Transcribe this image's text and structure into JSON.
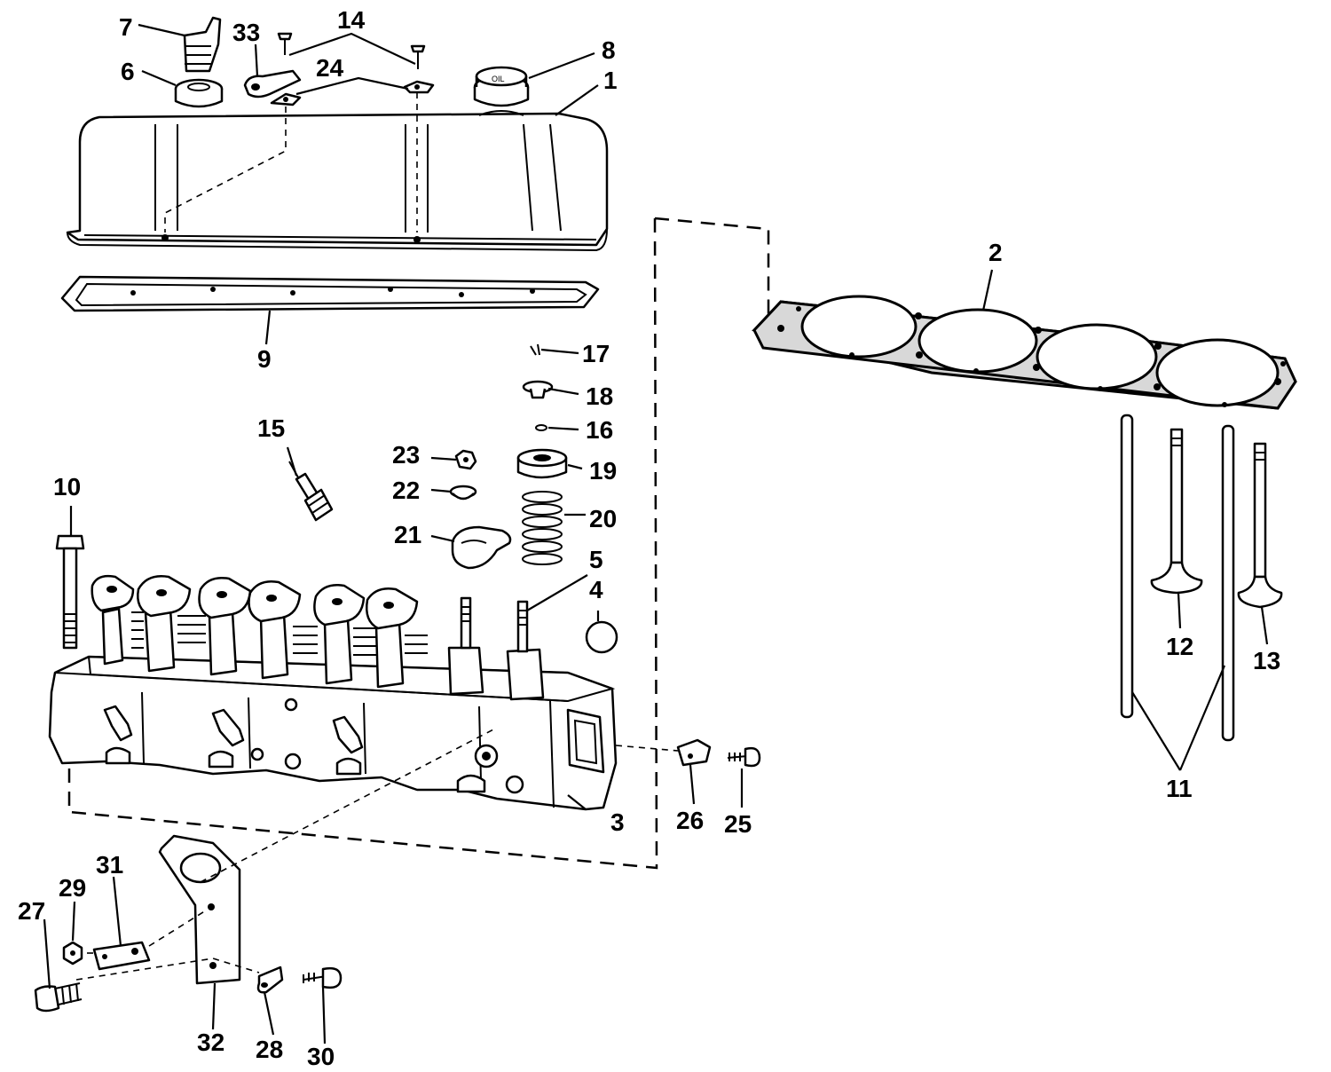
{
  "callouts": [
    {
      "id": "1",
      "label": "1"
    },
    {
      "id": "2",
      "label": "2"
    },
    {
      "id": "3",
      "label": "3"
    },
    {
      "id": "4",
      "label": "4"
    },
    {
      "id": "5",
      "label": "5"
    },
    {
      "id": "6",
      "label": "6"
    },
    {
      "id": "7",
      "label": "7"
    },
    {
      "id": "8",
      "label": "8"
    },
    {
      "id": "9",
      "label": "9"
    },
    {
      "id": "10",
      "label": "10"
    },
    {
      "id": "11",
      "label": "11"
    },
    {
      "id": "12",
      "label": "12"
    },
    {
      "id": "13",
      "label": "13"
    },
    {
      "id": "14",
      "label": "14"
    },
    {
      "id": "15",
      "label": "15"
    },
    {
      "id": "16",
      "label": "16"
    },
    {
      "id": "17",
      "label": "17"
    },
    {
      "id": "18",
      "label": "18"
    },
    {
      "id": "19",
      "label": "19"
    },
    {
      "id": "20",
      "label": "20"
    },
    {
      "id": "21",
      "label": "21"
    },
    {
      "id": "22",
      "label": "22"
    },
    {
      "id": "23",
      "label": "23"
    },
    {
      "id": "24",
      "label": "24"
    },
    {
      "id": "25",
      "label": "25"
    },
    {
      "id": "26",
      "label": "26"
    },
    {
      "id": "27",
      "label": "27"
    },
    {
      "id": "28",
      "label": "28"
    },
    {
      "id": "29",
      "label": "29"
    },
    {
      "id": "30",
      "label": "30"
    },
    {
      "id": "31",
      "label": "31"
    },
    {
      "id": "32",
      "label": "32"
    },
    {
      "id": "33",
      "label": "33"
    }
  ],
  "oil_cap_marking": "OIL"
}
